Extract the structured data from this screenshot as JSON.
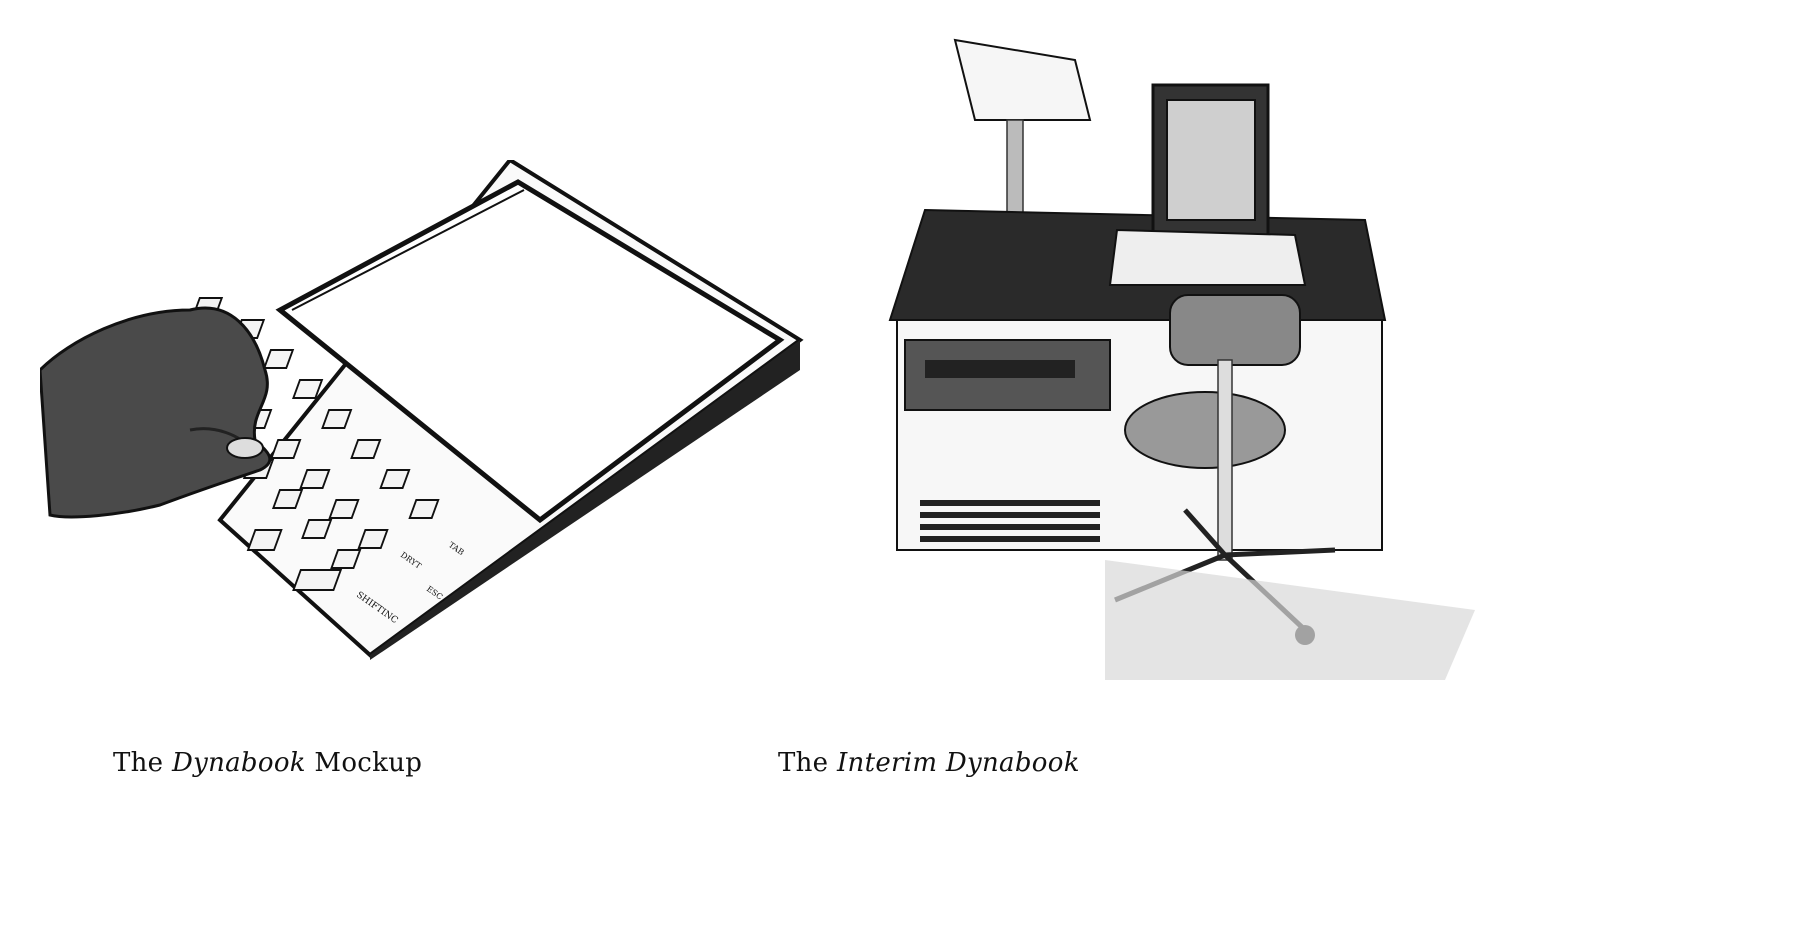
{
  "captions": {
    "left": {
      "prefix": "The ",
      "italic": "Dynabook",
      "suffix": " Mockup"
    },
    "right": {
      "prefix": "The ",
      "italic": "Interim Dynabook",
      "suffix": ""
    }
  },
  "mockup_keys": {
    "space_key": "SHIFTINC",
    "small_keys": [
      "DRYT",
      "TAB",
      "ESC"
    ]
  },
  "colors": {
    "ink": "#111111",
    "paper": "#ffffff",
    "shade": "#4a4a4a"
  }
}
